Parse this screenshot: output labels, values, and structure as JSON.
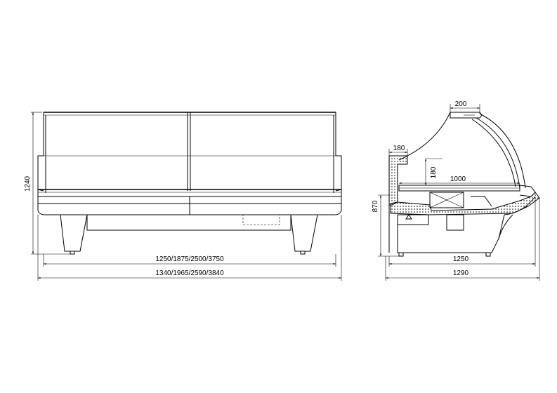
{
  "front_view": {
    "height_label": "1240",
    "inner_width_label": "1250/1875/2500/3750",
    "outer_width_label": "1340/1965/2590/3840"
  },
  "side_view": {
    "top_width_label": "200",
    "shelf_depth_label": "180",
    "shelf_height_label": "180",
    "shelf_length_label": "1000",
    "counter_height_label": "870",
    "inner_depth_label": "1250",
    "outer_depth_label": "1290"
  }
}
